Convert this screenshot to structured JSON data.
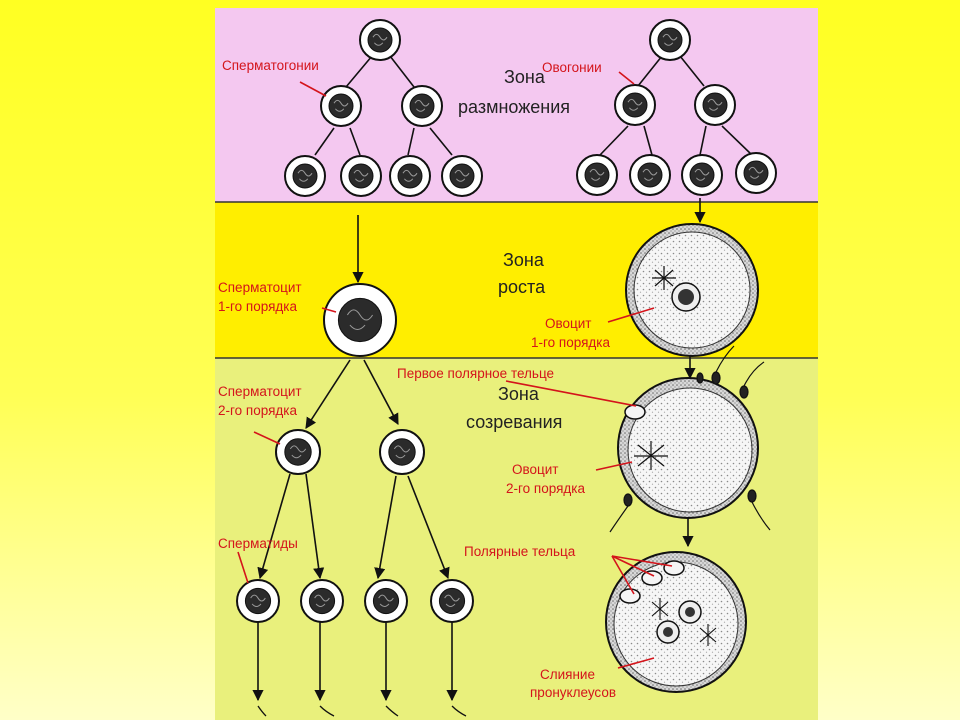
{
  "zones": {
    "reproduction": {
      "line1": "Зона",
      "line2": "размножения",
      "color": "#f4c8f0"
    },
    "growth": {
      "line1": "Зона",
      "line2": "роста",
      "color": "#ffee00"
    },
    "maturation": {
      "line1": "Зона",
      "line2": "созревания",
      "color": "#e9f07c"
    }
  },
  "labels": {
    "spermatogonia": "Сперматогонии",
    "oogonia": "Овогонии",
    "spermatocyte1": [
      "Сперматоцит",
      "1-го порядка"
    ],
    "oocyte1": [
      "Овоцит",
      "1-го порядка"
    ],
    "first_polar_body": "Первое полярное тельце",
    "spermatocyte2": [
      "Сперматоцит",
      "2-го порядка"
    ],
    "oocyte2": [
      "Овоцит",
      "2-го порядка"
    ],
    "spermatids": "Сперматиды",
    "polar_bodies": "Полярные тельца",
    "pronuclei_fusion": [
      "Слияние",
      "пронуклеусов"
    ]
  },
  "colors": {
    "label_red": "#d4141b",
    "side_background": "#ffff33",
    "cell_fill": "#ffffff",
    "nucleus_fill": "#2b2b2b"
  }
}
